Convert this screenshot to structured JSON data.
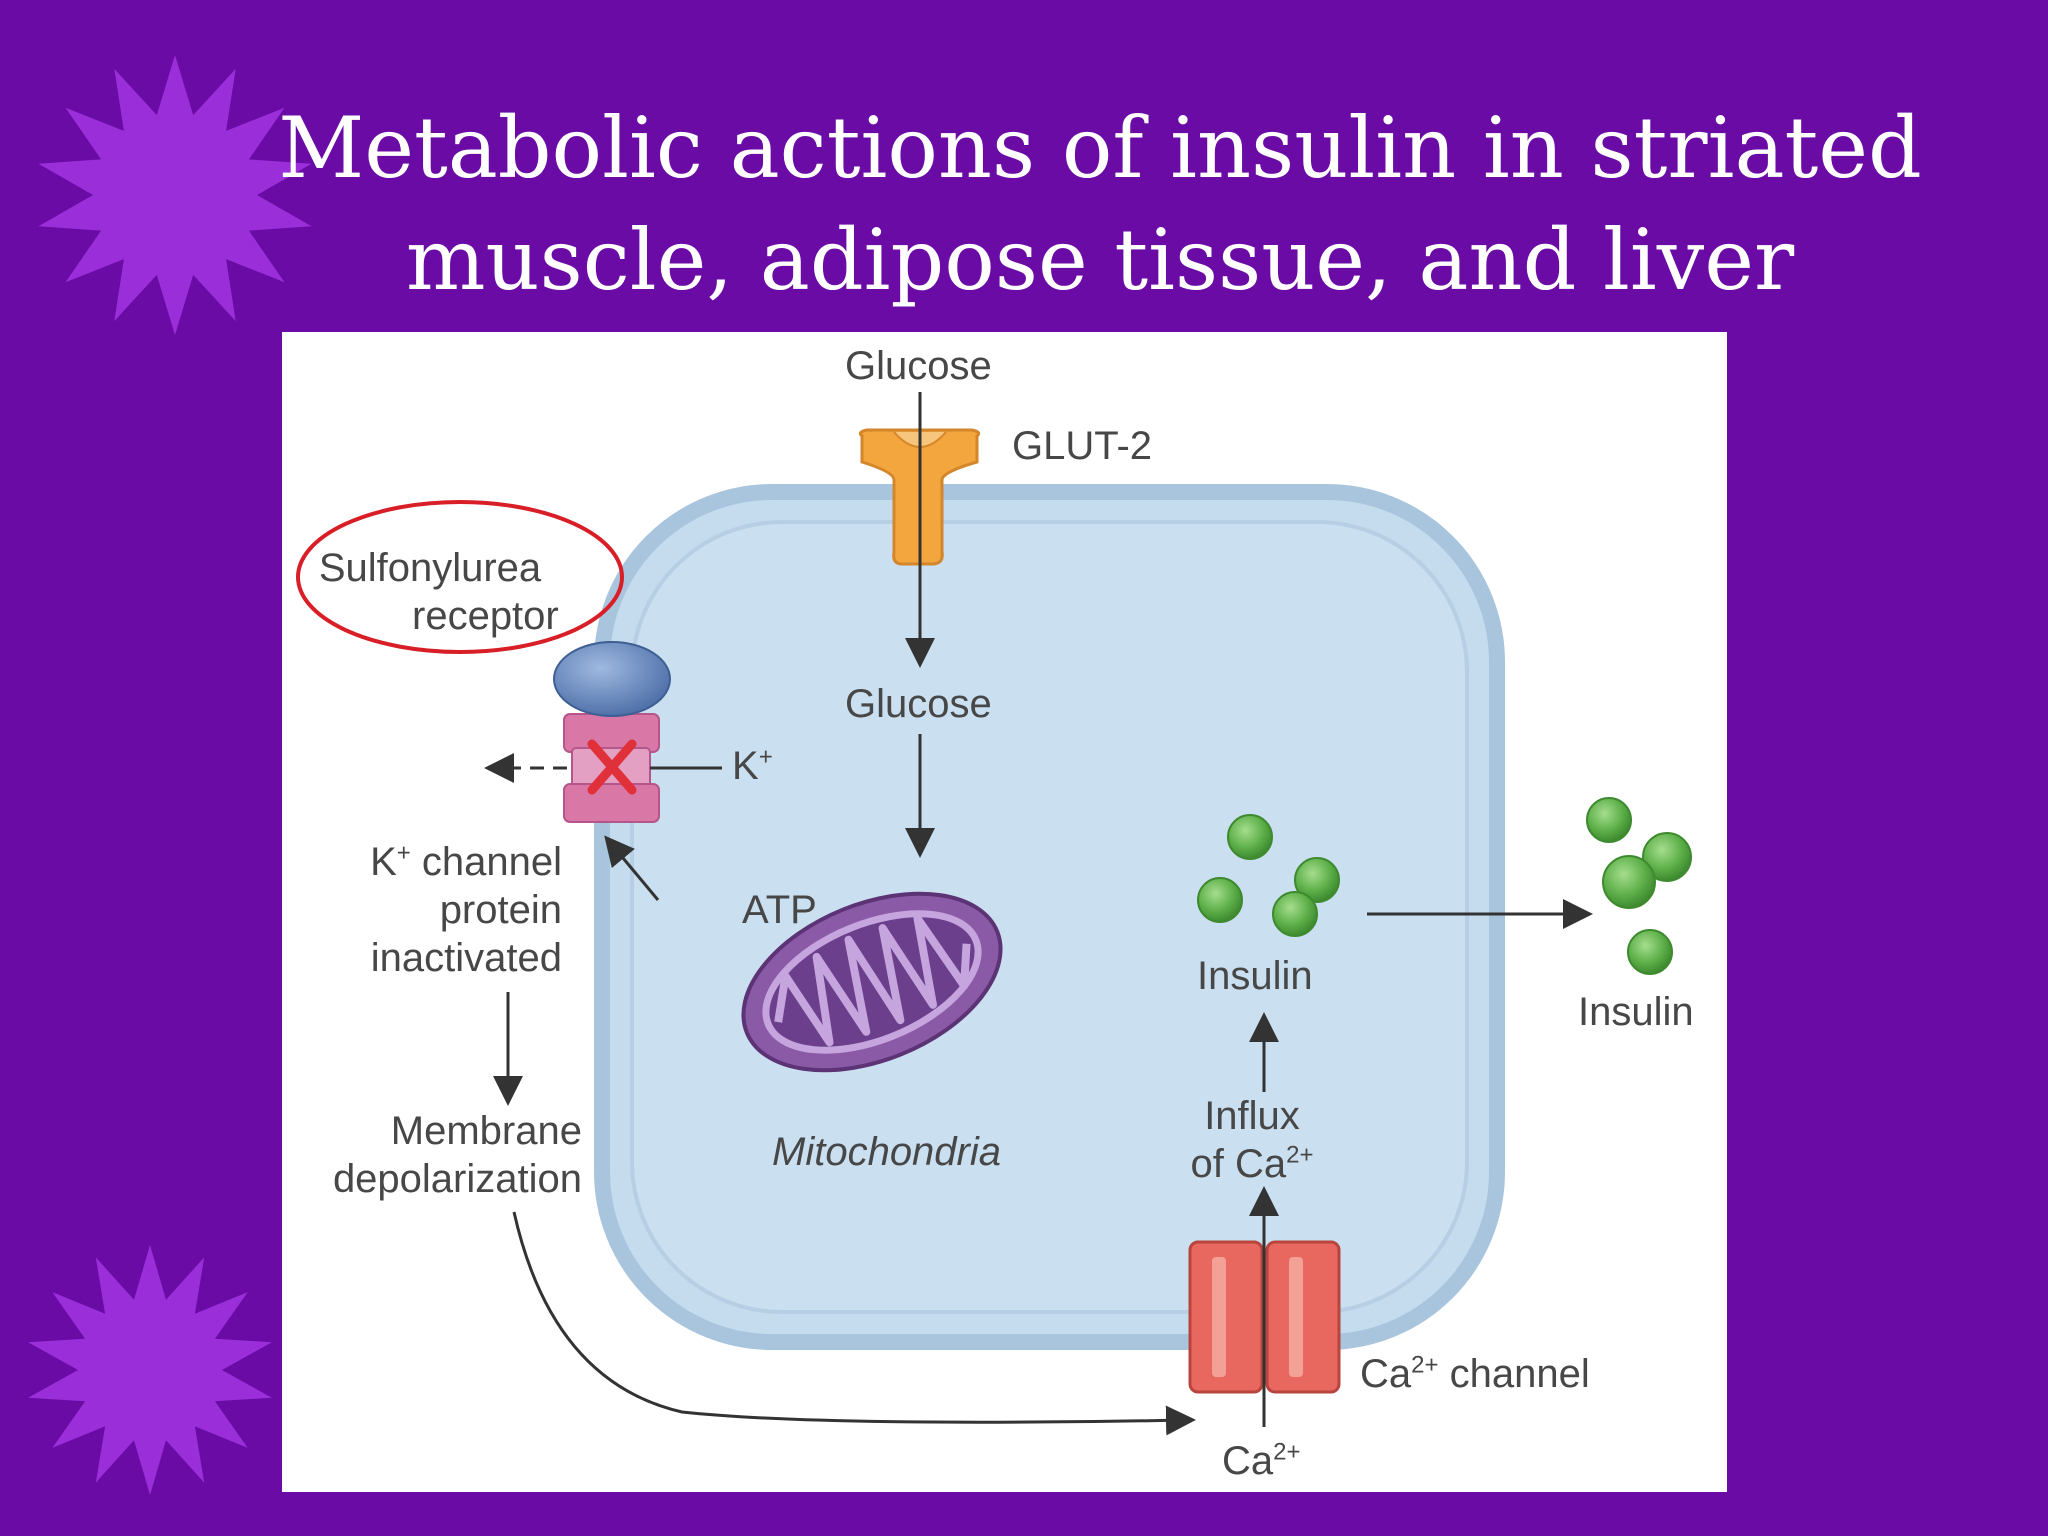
{
  "slide": {
    "title_line1": "Metabolic actions of insulin in striated",
    "title_line2": "muscle, adipose tissue, and liver"
  },
  "colors": {
    "background": "#6a0ba6",
    "star": "#9a2fd9",
    "cell_fill": "#c5dcef",
    "cell_border": "#a9c5dd",
    "glut2": "#f3a63d",
    "mitochondria": "#8a5aa7",
    "insulin_granule": "#5fb14b",
    "ca_channel": "#e8685f",
    "k_channel": "#d978a7",
    "sulfonylurea_receptor": "#5b7fb7",
    "highlight_circle": "#d81e26",
    "block_x": "#e0303a",
    "arrow": "#333333"
  },
  "labels": {
    "glucose_outside": "Glucose",
    "glut2": "GLUT-2",
    "glucose_inside": "Glucose",
    "sulfonylurea_1": "Sulfonylurea",
    "sulfonylurea_2": "receptor",
    "k_ion": "K",
    "plus": "+",
    "k_channel_1": " channel",
    "k_channel_2": "protein",
    "k_channel_3": "inactivated",
    "atp": "ATP",
    "mitochondria": "Mitochondria",
    "membrane_1": "Membrane",
    "membrane_2": "depolarization",
    "insulin_inside": "Insulin",
    "insulin_outside": "Insulin",
    "influx_1": "Influx",
    "influx_2": "of Ca",
    "ca_charge": "2+",
    "ca_channel": " channel",
    "ca_ion": "Ca",
    "ca_text": "Ca"
  }
}
